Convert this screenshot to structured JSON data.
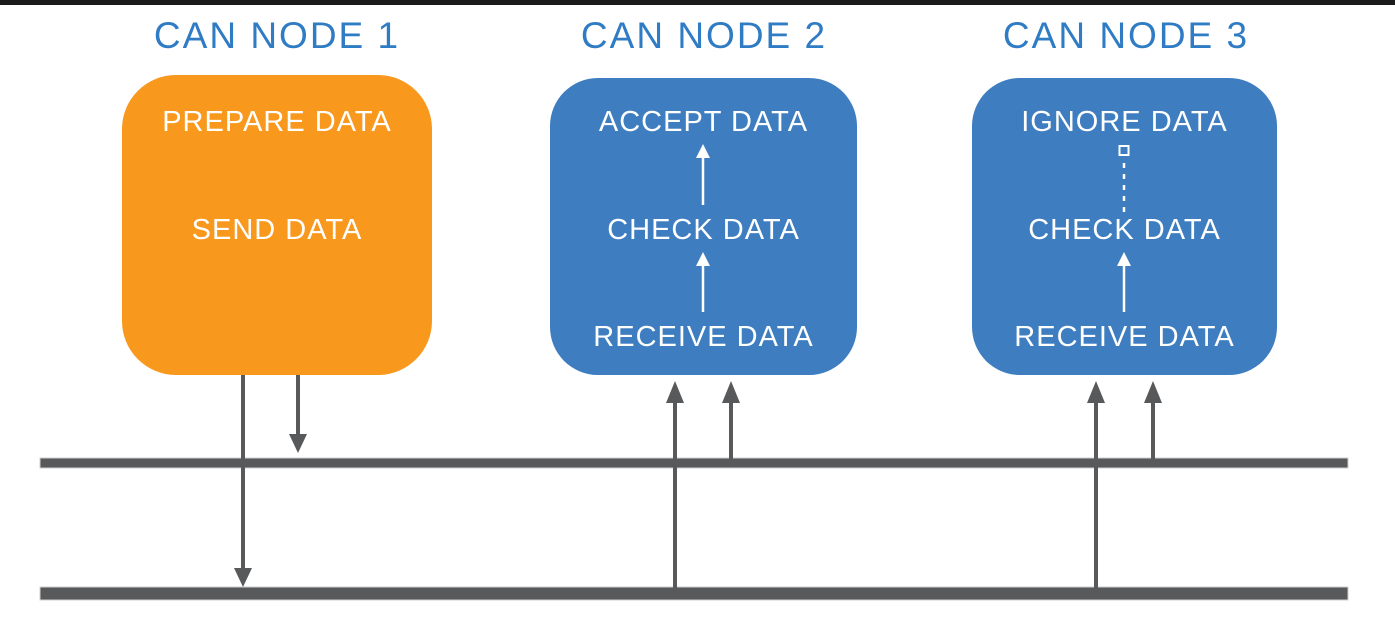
{
  "diagram": {
    "kind": "CAN bus message broadcast diagram"
  },
  "colors": {
    "page_background": "#FFFFFF",
    "top_bar": "#1B1B1B",
    "title_text": "#2F7CC5",
    "node1_fill": "#F8981D",
    "node2_fill": "#3E7EC0",
    "node3_fill": "#3E7EC0",
    "step_text": "#FFFFFF",
    "bus_gray": "#58595B",
    "bus_outline": "#CFCFCF"
  },
  "nodes": [
    {
      "title": "CAN NODE 1",
      "fill_key": "node1_fill",
      "steps": [
        "PREPARE DATA",
        "SEND DATA"
      ],
      "connectors": []
    },
    {
      "title": "CAN NODE 2",
      "fill_key": "node2_fill",
      "steps": [
        "ACCEPT DATA",
        "CHECK DATA",
        "RECEIVE DATA"
      ],
      "connectors": [
        "up-arrow-icon",
        "up-arrow-icon"
      ]
    },
    {
      "title": "CAN NODE 3",
      "fill_key": "node3_fill",
      "steps": [
        "IGNORE DATA",
        "CHECK DATA",
        "RECEIVE DATA"
      ],
      "connectors": [
        "dashed-open-square-connector-icon",
        "up-arrow-icon"
      ]
    }
  ],
  "bus": {
    "line_count": 2,
    "node1_arrows": [
      "down-arrow-to-lower-bus-icon",
      "down-arrow-to-upper-bus-icon"
    ],
    "node2_arrows": [
      "up-arrow-from-lower-bus-icon",
      "up-arrow-from-upper-bus-icon"
    ],
    "node3_arrows": [
      "up-arrow-from-lower-bus-icon",
      "up-arrow-from-upper-bus-icon"
    ]
  }
}
